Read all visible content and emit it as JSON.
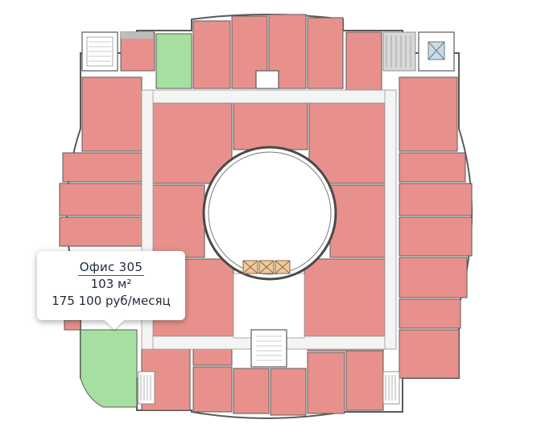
{
  "plan": {
    "colors": {
      "office": "#e8918c",
      "available": "#a6e0a0",
      "wall": "#ffffff",
      "outline": "#5a5a5a",
      "corridor": "#f0f0f0",
      "stairs": "#bdbdbd",
      "shaft": "#c9dbe6",
      "hatch": "#f0c89a"
    }
  },
  "tooltip": {
    "title": "Офис  305",
    "area": "103 м²",
    "price": "175 100 руб/месяц"
  }
}
